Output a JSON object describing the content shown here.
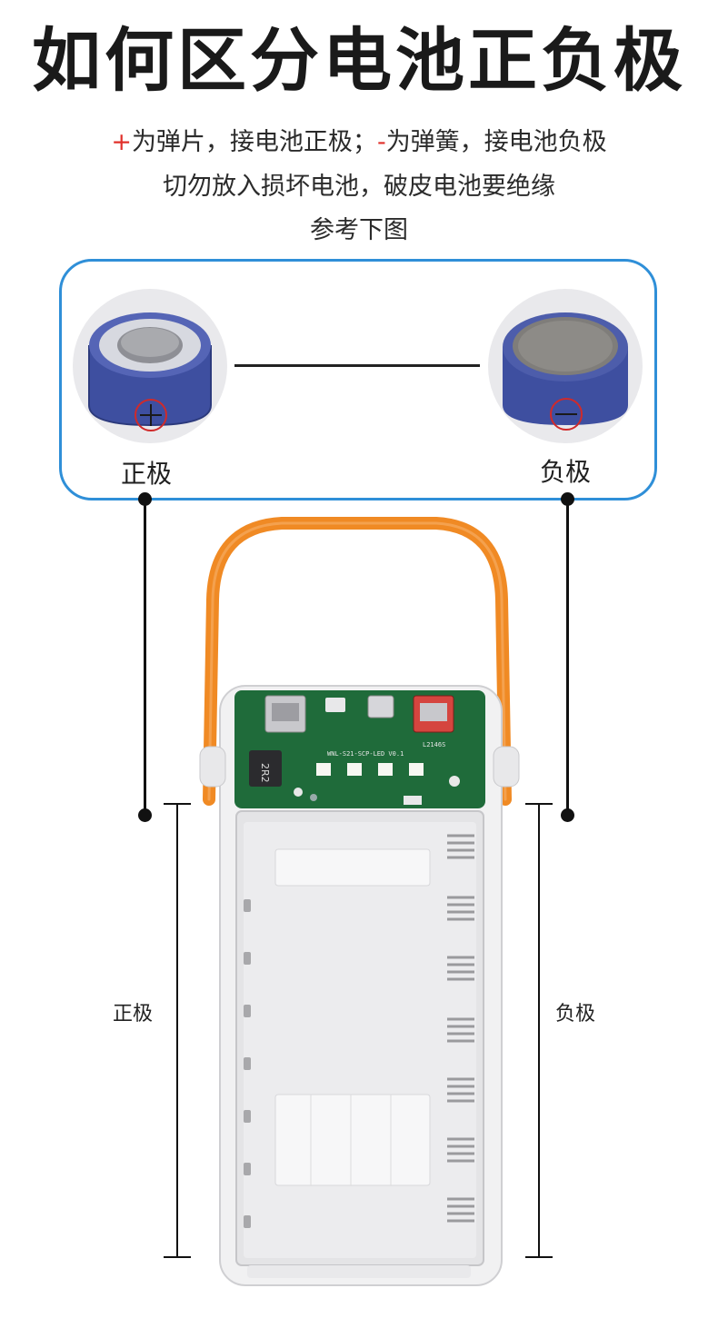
{
  "title": "如何区分电池正负极",
  "instructions": {
    "line1_plus": "+",
    "line1_a": "为弹片，接电池正极；",
    "line1_minus": "-",
    "line1_b": "为弹簧，接电池负极",
    "line2": "切勿放入损坏电池，破皮电池要绝缘",
    "line3": "参考下图"
  },
  "battery_panel": {
    "positive_label": "正极",
    "negative_label": "负极"
  },
  "device_labels": {
    "positive": "正极",
    "negative": "负极"
  },
  "pcb_markings": {
    "board_text": "WNL-S21-SCP-LED V0.1",
    "part_code": "L2146S",
    "inductor": "2R2"
  },
  "colors": {
    "accent_blue": "#2f8fd8",
    "red_sign": "#e0302a",
    "battery_blue": "#3e4fa0",
    "handle_orange": "#f08a24",
    "pcb_green": "#1f6b3a"
  },
  "icons": [
    "plus-sign-icon",
    "minus-sign-icon"
  ]
}
